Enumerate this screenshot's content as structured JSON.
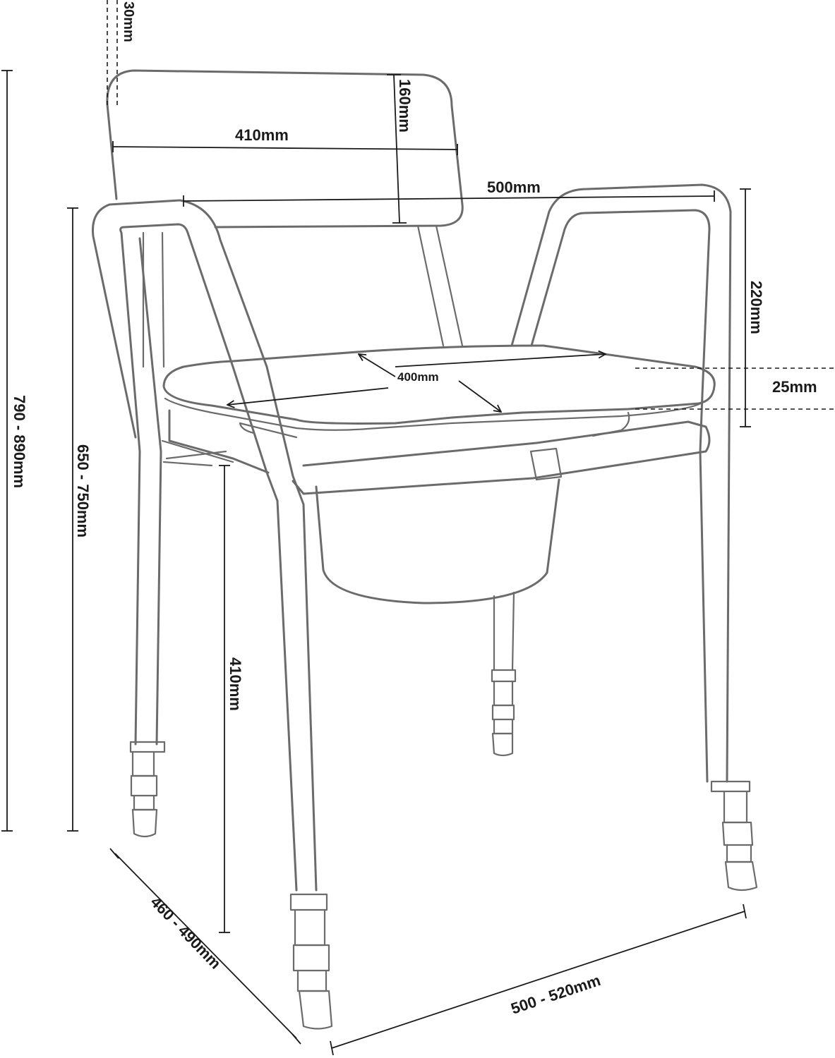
{
  "diagram": {
    "labels": {
      "backrest_offset": "30mm",
      "backrest_height": "160mm",
      "backrest_width": "410mm",
      "width_between_arms": "500mm",
      "arm_height_above_seat": "220mm",
      "seat_depth_drop": "25mm",
      "seat_size": "400mm",
      "overall_height": "790 - 890mm",
      "arm_height": "650 - 750mm",
      "seat_height": "410mm",
      "depth": "460 - 490mm",
      "width": "500 - 520mm"
    }
  }
}
